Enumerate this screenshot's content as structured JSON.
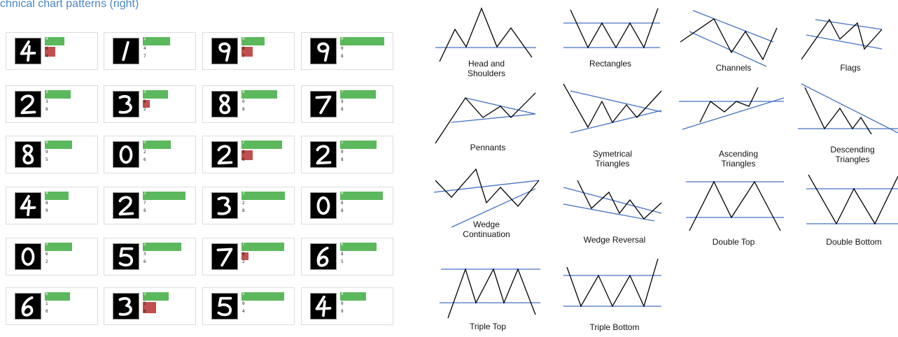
{
  "title": "chnical chart patterns (right)",
  "mnist": {
    "rows": [
      [
        {
          "labels": [
            "4",
            "6",
            "4"
          ],
          "red_level": 0.35
        },
        {
          "labels": [
            "1",
            "4",
            "7"
          ],
          "red_level": 0.0
        },
        {
          "labels": [
            "9",
            "8",
            "7"
          ],
          "red_level": 0.4
        },
        {
          "labels": [
            "9",
            "0",
            "8"
          ],
          "red_level": 0.0
        }
      ],
      [
        {
          "labels": [
            "2",
            "3",
            "8"
          ],
          "red_level": 0.0
        },
        {
          "labels": [
            "3",
            "8",
            "2"
          ],
          "red_level": 0.2
        },
        {
          "labels": [
            "8",
            "0",
            "8"
          ],
          "red_level": 0.0
        },
        {
          "labels": [
            "7",
            "9",
            "8"
          ],
          "red_level": 0.0
        }
      ],
      [
        {
          "labels": [
            "8",
            "9",
            "5"
          ],
          "red_level": 0.0
        },
        {
          "labels": [
            "0",
            "2",
            "6"
          ],
          "red_level": 0.0
        },
        {
          "labels": [
            "2",
            "8",
            "6"
          ],
          "red_level": 0.4
        },
        {
          "labels": [
            "2",
            "0",
            "8"
          ],
          "red_level": 0.0
        }
      ],
      [
        {
          "labels": [
            "4",
            "8",
            "9"
          ],
          "red_level": 0.0
        },
        {
          "labels": [
            "2",
            "7",
            "8"
          ],
          "red_level": 0.0
        },
        {
          "labels": [
            "3",
            "2",
            "8"
          ],
          "red_level": 0.0
        },
        {
          "labels": [
            "0",
            "6",
            "8"
          ],
          "red_level": 0.0
        }
      ],
      [
        {
          "labels": [
            "0",
            "6",
            "2"
          ],
          "red_level": 0.0
        },
        {
          "labels": [
            "5",
            "3",
            "6"
          ],
          "red_level": 0.0
        },
        {
          "labels": [
            "7",
            "8",
            "2"
          ],
          "red_level": 0.2
        },
        {
          "labels": [
            "6",
            "8",
            "5"
          ],
          "red_level": 0.0
        }
      ],
      [
        {
          "labels": [
            "6",
            "1",
            "0"
          ],
          "red_level": 0.0
        },
        {
          "labels": [
            "3",
            "5",
            "8"
          ],
          "red_level": 0.5
        },
        {
          "labels": [
            "5",
            "0",
            "4"
          ],
          "red_level": 0.0
        },
        {
          "labels": [
            "4",
            "0",
            "9"
          ],
          "red_level": 0.0
        }
      ]
    ]
  },
  "patterns": [
    {
      "name": "head-and-shoulders",
      "label": "Head and Shoulders"
    },
    {
      "name": "rectangles",
      "label": "Rectangles"
    },
    {
      "name": "channels",
      "label": "Channels"
    },
    {
      "name": "flags",
      "label": "Flags"
    },
    {
      "name": "pennants",
      "label": "Pennants"
    },
    {
      "name": "symetrical-triangles",
      "label": "Symetrical Triangles"
    },
    {
      "name": "ascending-triangles",
      "label": "Ascending Triangles"
    },
    {
      "name": "descending-triangles",
      "label": "Descending Triangles"
    },
    {
      "name": "wedge-continuation",
      "label": "Wedge Continuation"
    },
    {
      "name": "wedge-reversal",
      "label": "Wedge Reversal"
    },
    {
      "name": "double-top",
      "label": "Double Top"
    },
    {
      "name": "double-bottom",
      "label": "Double Bottom"
    },
    {
      "name": "triple-top",
      "label": "Triple Top"
    },
    {
      "name": "triple-bottom",
      "label": "Triple Bottom"
    }
  ],
  "colors": {
    "title": "#4a86c5",
    "bar_green": "#5cb85c",
    "bar_red": "#c0504d",
    "support_line": "#4472c4",
    "price_line": "#000000"
  }
}
